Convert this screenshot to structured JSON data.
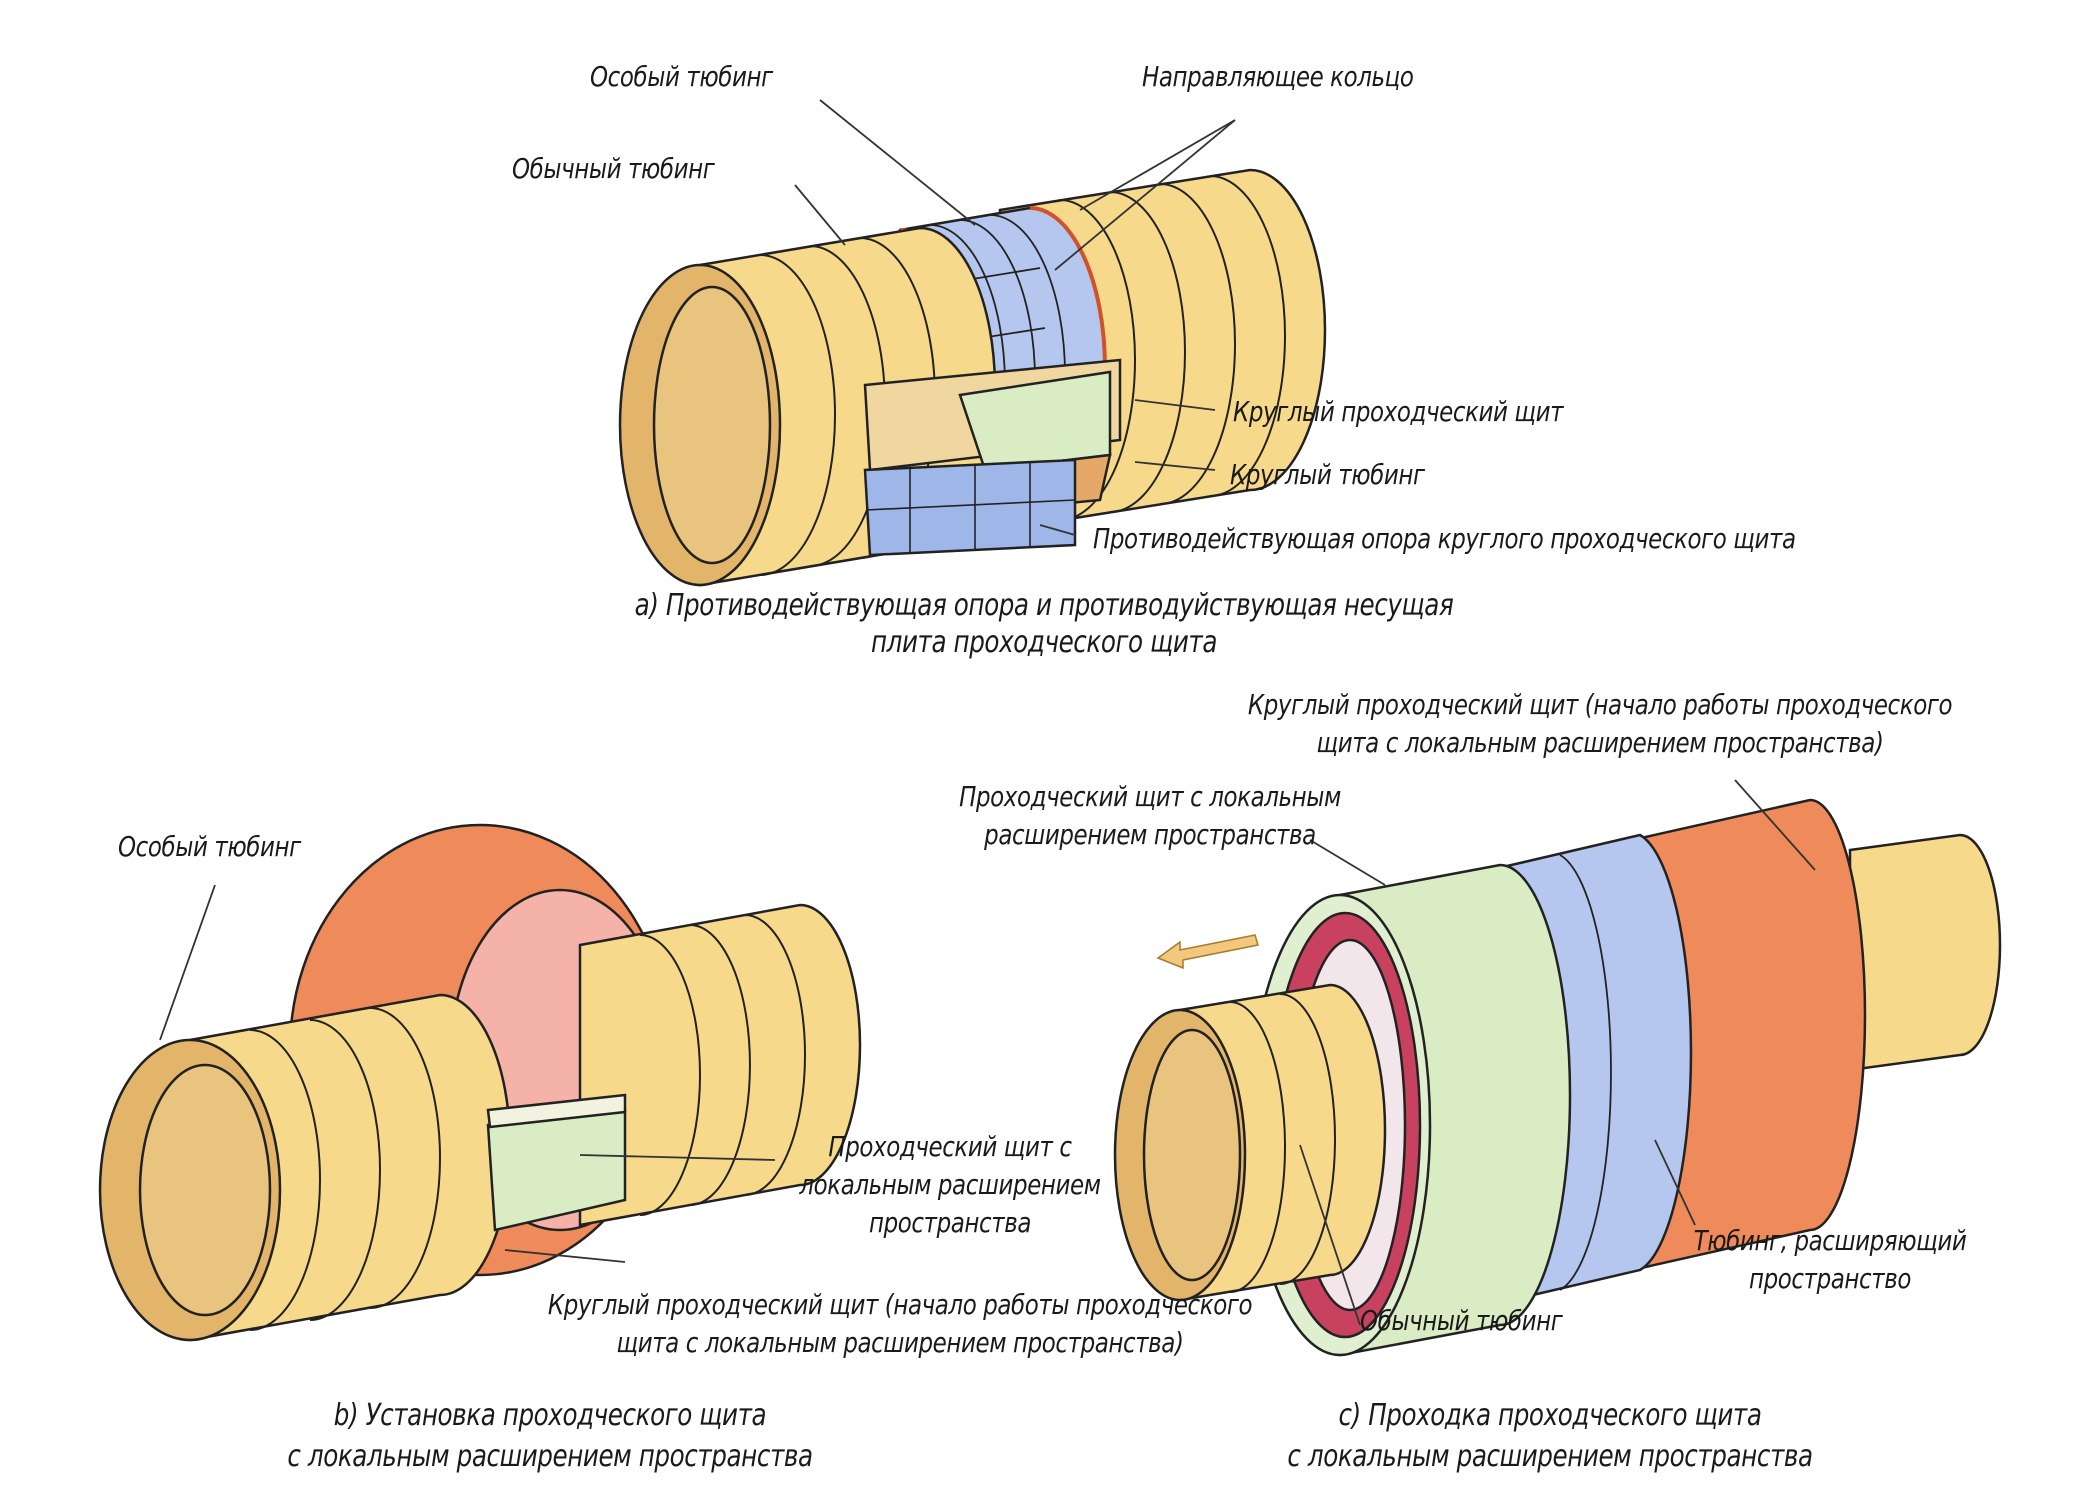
{
  "figure_a": {
    "labels": {
      "special_segment": "Особый тюбинг",
      "guide_ring": "Направляющее кольцо",
      "ordinary_segment": "Обычный тюбинг",
      "round_shield": "Круглый проходческий щит",
      "round_segment": "Круглый тюбинг",
      "reaction_support": "Противодействующая опора круглого проходческого щита"
    },
    "caption_line1": "a) Противодействующая опора и противодуйствующая несущая",
    "caption_line2": "плита проходческого щита"
  },
  "figure_b": {
    "labels": {
      "special_segment": "Особый тюбинг",
      "local_shield_1": "Проходческий щит с",
      "local_shield_2": "локальным расширением",
      "local_shield_3": "пространства",
      "round_shield_1": "Круглый проходческий щит (начало работы проходческого",
      "round_shield_2": "щита с локальным расширением пространства)"
    },
    "caption_line1": "b) Установка проходческого щита",
    "caption_line2": "с локальным расширением пространства"
  },
  "figure_c": {
    "labels": {
      "round_shield_1": "Круглый проходческий щит (начало работы проходческого",
      "round_shield_2": "щита с локальным расширением пространства)",
      "local_shield_1": "Проходческий щит с локальным",
      "local_shield_2": "расширением пространства",
      "expanding_segment_1": "Тюбинг, расширяющий",
      "expanding_segment_2": "пространство",
      "ordinary_segment": "Обычный тюбинг"
    },
    "direction_arrow": "arrow-left-icon",
    "caption_line1": "c) Проходка проходческого щита",
    "caption_line2": "с локальным расширением пространства"
  },
  "colors": {
    "segment_yellow": "#f7d98c",
    "segment_inner": "#e2b56a",
    "special_blue": "#b5c7ee",
    "shield_green": "#d9ecc4",
    "expansion_orange": "#ef8a5a",
    "cutter_red": "#c8415e",
    "outline": "#222222"
  }
}
